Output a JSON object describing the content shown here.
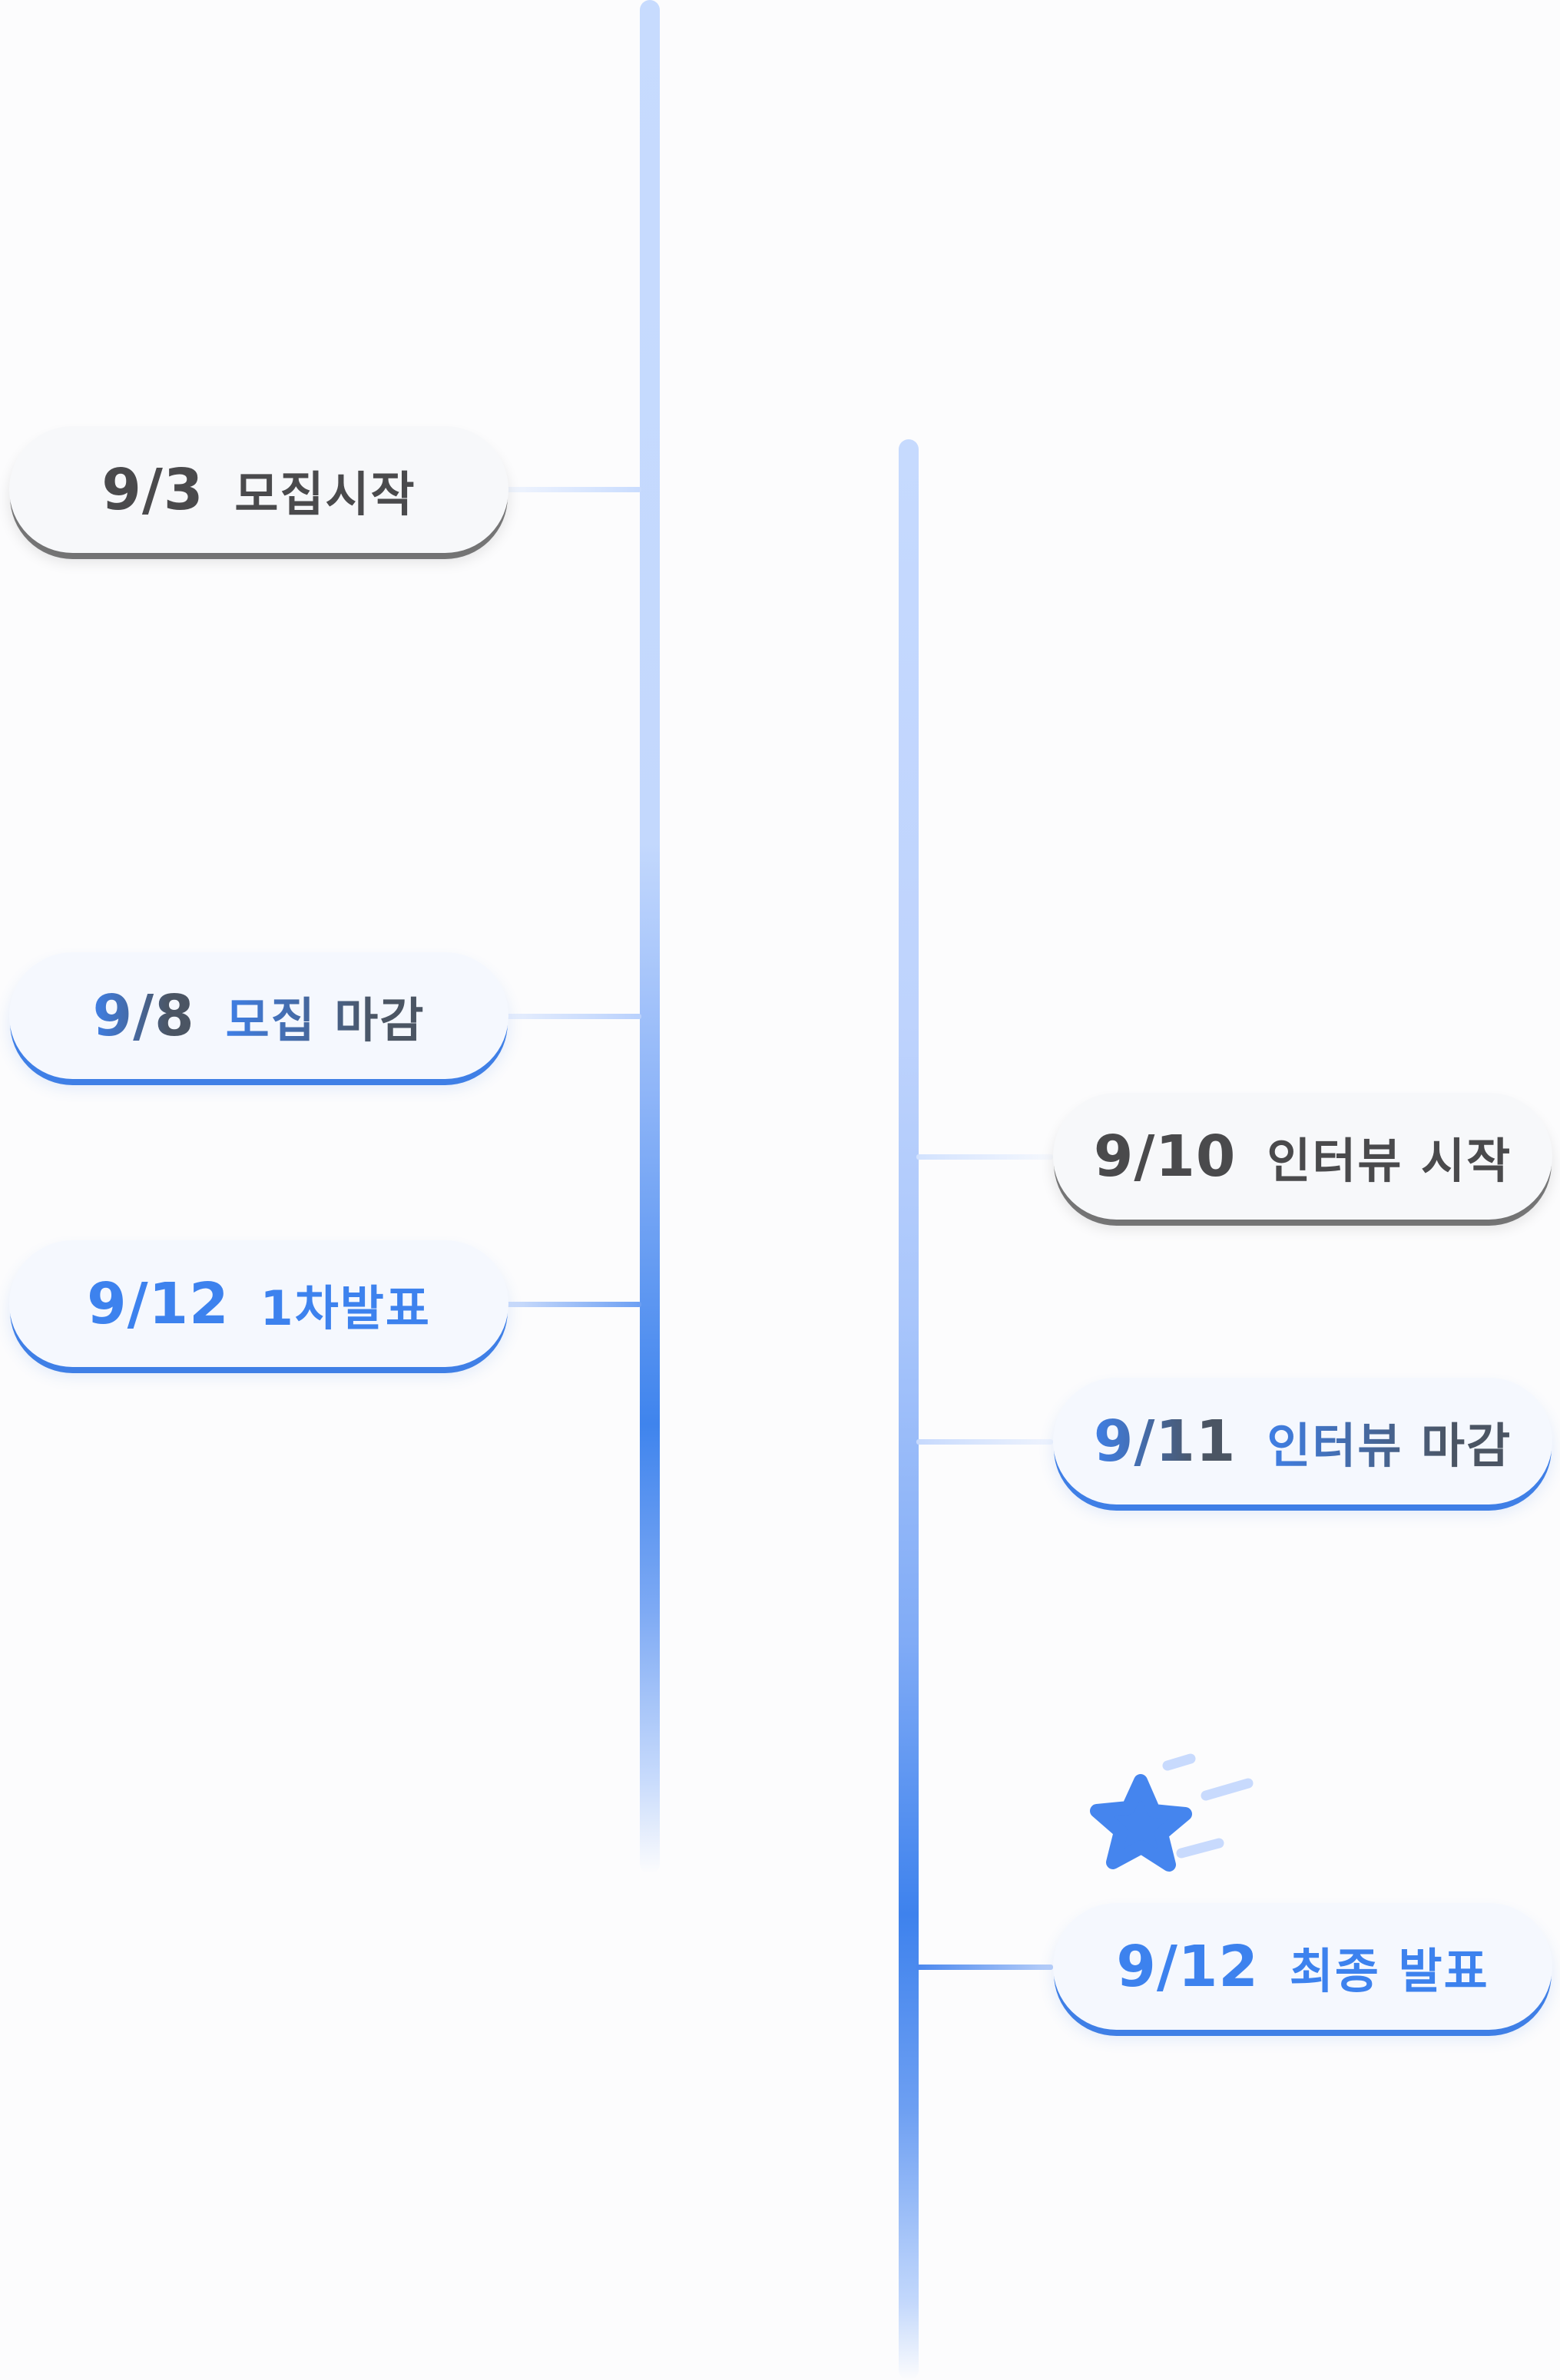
{
  "milestones": [
    {
      "date": "9/3",
      "label": "모집시작",
      "style": "dark"
    },
    {
      "date": "9/8",
      "label": "모집 마감",
      "style": "gradient"
    },
    {
      "date": "9/12",
      "label": "1차발표",
      "style": "blue"
    },
    {
      "date": "9/10",
      "label": "인터뷰 시작",
      "style": "dark"
    },
    {
      "date": "9/11",
      "label": "인터뷰 마감",
      "style": "gradient"
    },
    {
      "date": "9/12",
      "label": "최종 발표",
      "style": "blue"
    }
  ],
  "colors": {
    "accent": "#3d82ee",
    "text_dark": "#4a4a4c",
    "line_light": "#c6dafe",
    "pill_bg": "#f7f8fa"
  },
  "icons": {
    "final_marker": "star-icon"
  }
}
